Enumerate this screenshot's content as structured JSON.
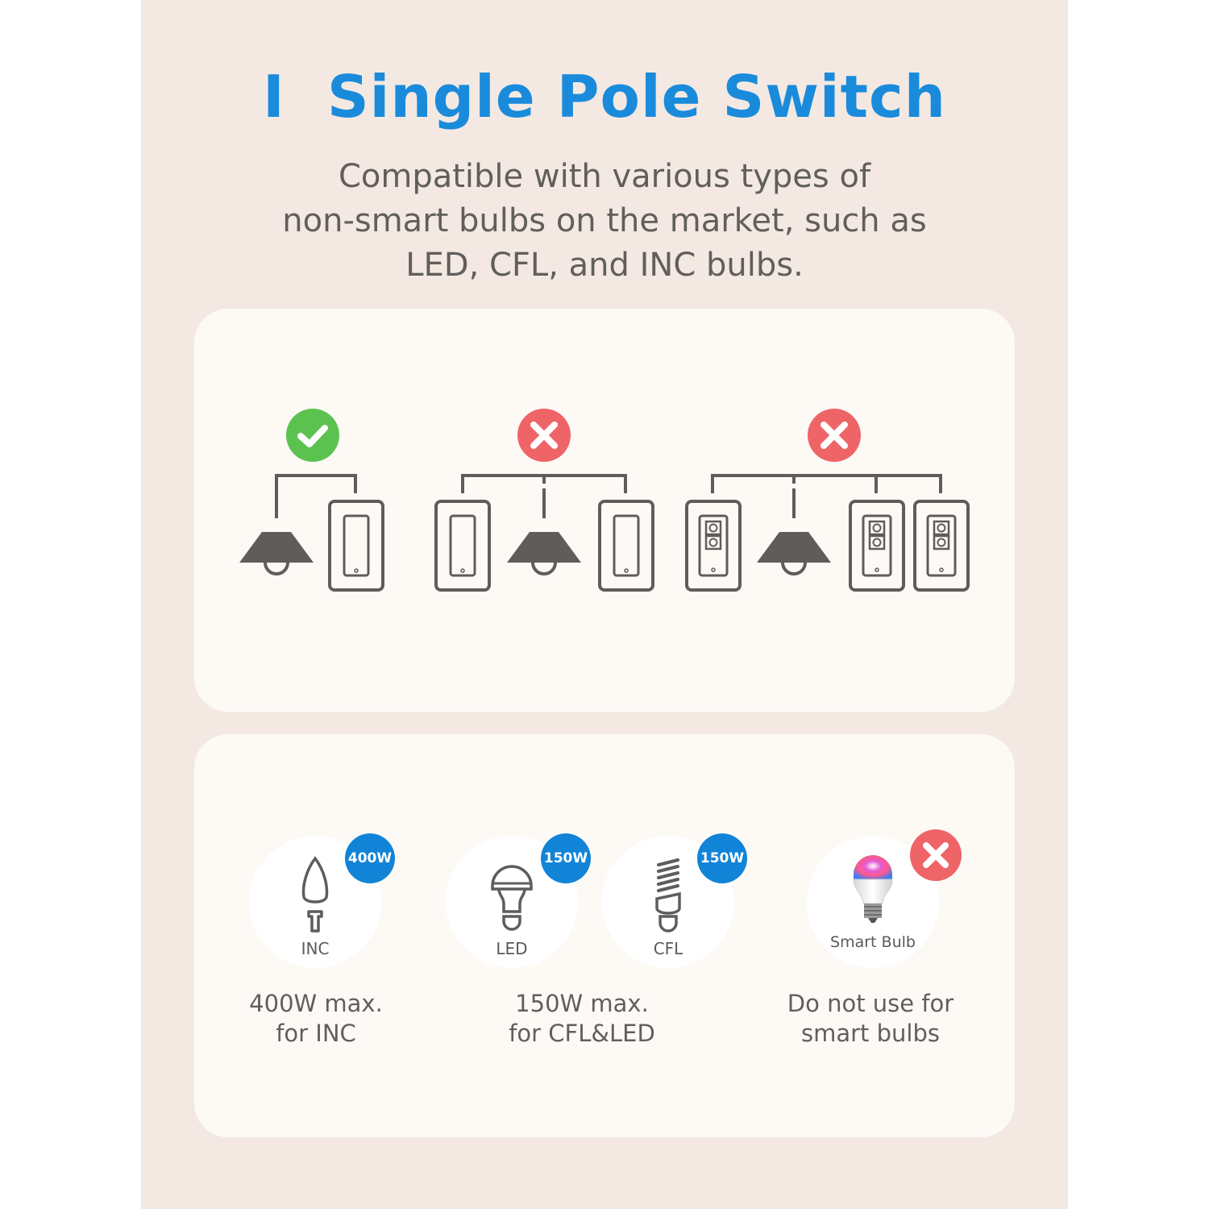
{
  "header": {
    "numeral": "I",
    "title": "Single Pole Switch",
    "subtitle_lines": [
      "Compatible with various types of",
      "non-smart bulbs on the market, such as",
      "LED, CFL, and INC bulbs."
    ]
  },
  "colors": {
    "accent_blue": "#1a8bdb",
    "badge_blue": "#1284d8",
    "ok_green": "#5cc24f",
    "error_red": "#ef6467",
    "icon_gray": "#5f5d5b",
    "column_bg": "#f3e9e2",
    "card_bg": "#fdfaf6"
  },
  "wiring": [
    {
      "status": "compatible",
      "status_icon": "check-icon",
      "description": "1 light, 1 switch"
    },
    {
      "status": "incompatible",
      "status_icon": "x-icon",
      "description": "1 light, 2 switches"
    },
    {
      "status": "incompatible",
      "status_icon": "x-icon",
      "description": "1 light, 3 switches"
    }
  ],
  "bulbs": [
    {
      "label": "INC",
      "badge": "400W",
      "icon": "candle-bulb-icon"
    },
    {
      "label": "LED",
      "badge": "150W",
      "icon": "led-bulb-icon"
    },
    {
      "label": "CFL",
      "badge": "150W",
      "icon": "cfl-bulb-icon"
    },
    {
      "label": "Smart Bulb",
      "badge_icon": "x-icon",
      "icon": "smart-bulb-icon"
    }
  ],
  "captions": [
    {
      "lines": [
        "400W max.",
        "for INC"
      ]
    },
    {
      "lines": [
        "150W max.",
        "for CFL&LED"
      ]
    },
    {
      "lines": [
        "Do not use for",
        "smart bulbs"
      ]
    }
  ]
}
